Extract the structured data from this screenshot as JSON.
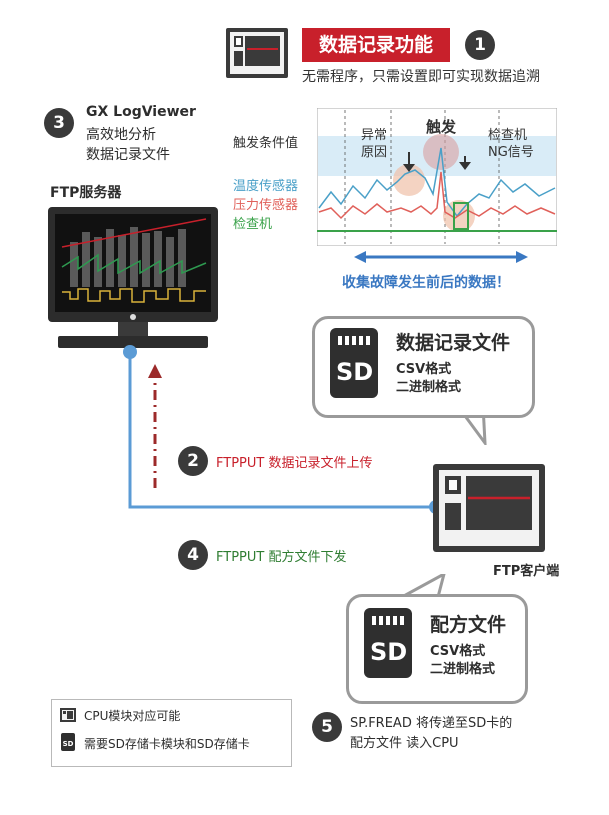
{
  "header": {
    "title": "数据记录功能",
    "step_number": "1",
    "subtitle": "无需程序，只需设置即可实现数据追溯"
  },
  "logviewer": {
    "step_number": "3",
    "line1": "GX LogViewer",
    "line2": "高效地分析",
    "line3": "数据记录文件"
  },
  "ftp_server": {
    "label": "FTP服务器"
  },
  "chart_labels": {
    "trigger_value": "触发条件值",
    "temp_sensor": "温度传感器",
    "pressure_sensor": "压力传感器",
    "inspection": "检查机",
    "abnormal_cause_1": "异常",
    "abnormal_cause_2": "原因",
    "trigger": "触发",
    "inspection_ng_1": "检查机",
    "inspection_ng_2": "NG信号",
    "collect_caption": "收集故障发生前后的数据！"
  },
  "datalog_bubble": {
    "sd_text": "SD",
    "title": "数据记录文件",
    "line1": "CSV格式",
    "line2": "二进制格式"
  },
  "step2": {
    "number": "2",
    "text": "FTPPUT 数据记录文件上传"
  },
  "step4": {
    "number": "4",
    "text": "FTPPUT 配方文件下发"
  },
  "ftp_client": {
    "label": "FTP客户端"
  },
  "recipe_bubble": {
    "sd_text": "SD",
    "title": "配方文件",
    "line1": "CSV格式",
    "line2": "二进制格式"
  },
  "legend": {
    "item1": "CPU模块对应可能",
    "item2": "需要SD存储卡模块和SD存储卡",
    "sd_small": "SD"
  },
  "step5": {
    "number": "5",
    "line1": "SP.FREAD 将传递至SD卡的",
    "line2": "配方文件 读入CPU"
  },
  "colors": {
    "accent_red": "#c8202b",
    "upload_red": "#c8202b",
    "download_green": "#2f7d32",
    "line_blue": "#5b9bd5",
    "temp_blue": "#4aa0c8",
    "pressure_red": "#e0605a",
    "inspection_green": "#3aa24a",
    "caption_blue": "#3a78c2"
  }
}
